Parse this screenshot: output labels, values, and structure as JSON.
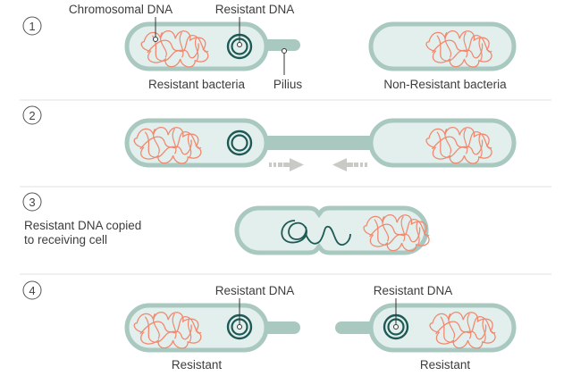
{
  "colors": {
    "cell_fill": "#e3efec",
    "cell_stroke": "#a9c8c0",
    "pilus": "#a9c8c0",
    "chromosomal_dna": "#f2876e",
    "resistant_dna": "#1e5a55",
    "arrow": "#c9c9c5",
    "divider": "#e6e6e6",
    "step_circle": "#555555"
  },
  "steps": [
    {
      "number": "1",
      "labels": {
        "chromosomal_dna": "Chromosomal DNA",
        "resistant_dna": "Resistant DNA",
        "pilius": "Pilius",
        "resistant_bacteria": "Resistant bacteria",
        "non_resistant_bacteria": "Non-Resistant bacteria"
      }
    },
    {
      "number": "2"
    },
    {
      "number": "3",
      "caption_line1": "Resistant DNA copied",
      "caption_line2": "to receiving cell"
    },
    {
      "number": "4",
      "labels": {
        "left_resistant_dna": "Resistant DNA",
        "right_resistant_dna": "Resistant DNA",
        "left_resistant": "Resistant",
        "right_resistant": "Resistant"
      }
    }
  ]
}
